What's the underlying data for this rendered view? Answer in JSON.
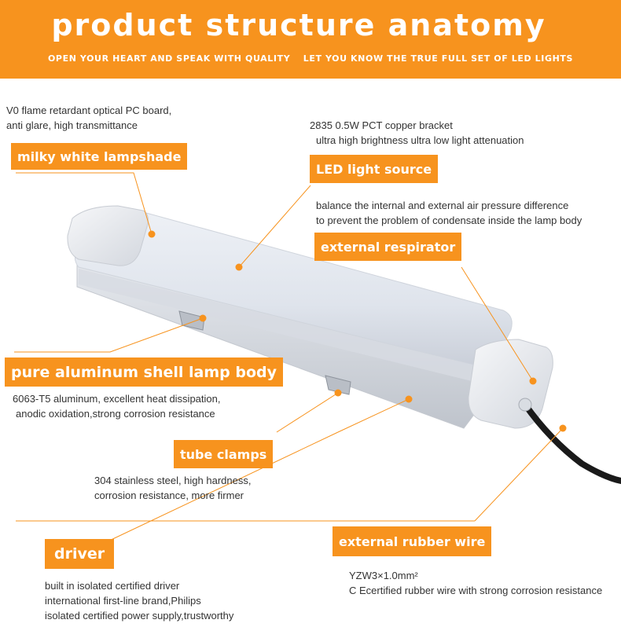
{
  "header": {
    "title": "product structure anatomy",
    "subtitle_left": "OPEN YOUR HEART AND SPEAK WITH QUALITY",
    "subtitle_right": "LET YOU KNOW THE TRUE FULL SET OF LED LIGHTS"
  },
  "colors": {
    "accent": "#f7931e",
    "banner_text": "#ffffff",
    "body_text": "#333333"
  },
  "parts": {
    "lampshade": {
      "label": "milky white lampshade",
      "desc": [
        "V0 flame retardant optical PC board,",
        "anti glare, high transmittance"
      ]
    },
    "led": {
      "label": "LED light source",
      "desc": [
        "2835 0.5W PCT copper bracket",
        "ultra high brightness      ultra low light attenuation"
      ]
    },
    "respirator": {
      "label": "external respirator",
      "desc": [
        "balance the internal and external air pressure difference",
        "to prevent the problem of condensate inside the lamp body"
      ]
    },
    "shell": {
      "label": "pure aluminum shell lamp body",
      "desc": [
        "6063-T5 aluminum, excellent heat dissipation,",
        "anodic oxidation,strong corrosion resistance"
      ]
    },
    "clamps": {
      "label": "tube clamps",
      "desc": [
        "304 stainless steel, high hardness,",
        "corrosion resistance, more firmer"
      ]
    },
    "wire": {
      "label": "external rubber wire",
      "desc": [
        "YZW3×1.0mm²",
        "C Ecertified rubber wire with strong corrosion resistance"
      ]
    },
    "driver": {
      "label": "driver",
      "desc": [
        "built in isolated certified  driver",
        "international first-line brand,Philips",
        "isolated certified power supply,trustworthy"
      ]
    }
  }
}
